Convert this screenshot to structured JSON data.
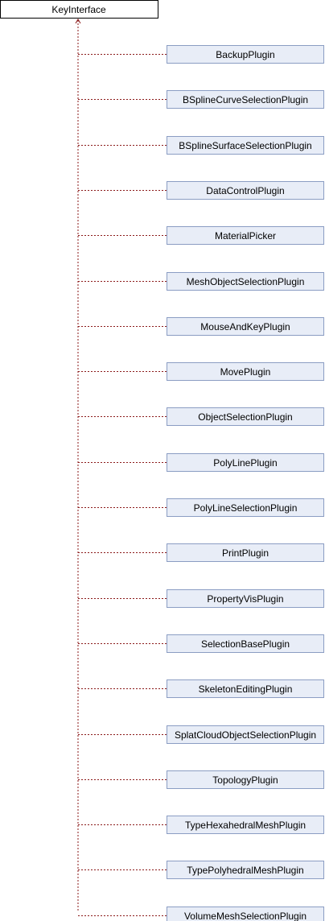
{
  "base_class": {
    "label": "KeyInterface"
  },
  "derived_classes": [
    "BackupPlugin",
    "BSplineCurveSelectionPlugin",
    "BSplineSurfaceSelectionPlugin",
    "DataControlPlugin",
    "MaterialPicker",
    "MeshObjectSelectionPlugin",
    "MouseAndKeyPlugin",
    "MovePlugin",
    "ObjectSelectionPlugin",
    "PolyLinePlugin",
    "PolyLineSelectionPlugin",
    "PrintPlugin",
    "PropertyVisPlugin",
    "SelectionBasePlugin",
    "SkeletonEditingPlugin",
    "SplatCloudObjectSelectionPlugin",
    "TopologyPlugin",
    "TypeHexahedralMeshPlugin",
    "TypePolyhedralMeshPlugin",
    "VolumeMeshSelectionPlugin"
  ],
  "colors": {
    "base_fill": "#ffffff",
    "base_stroke": "#000000",
    "derived_fill": "#e8edf7",
    "derived_stroke": "#8b9dc3",
    "connector": "#8b1a1a"
  }
}
